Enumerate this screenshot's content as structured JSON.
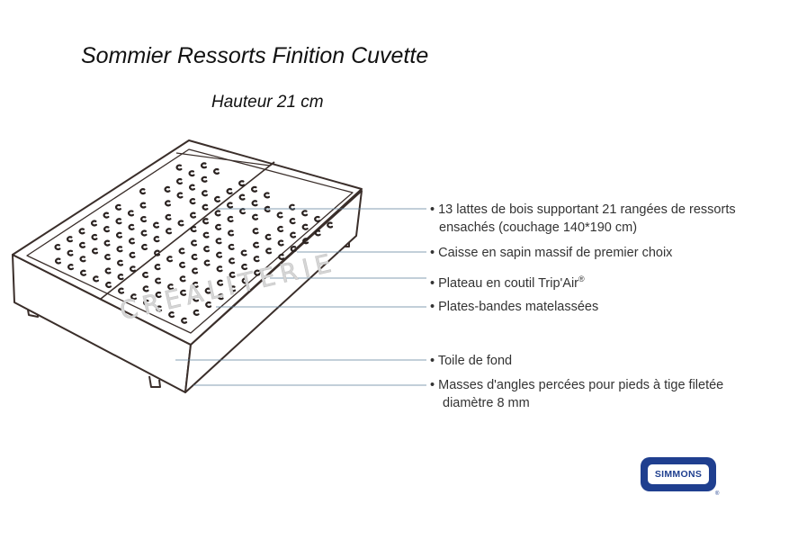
{
  "title": "Sommier Ressorts Finition Cuvette",
  "subtitle": "Hauteur 21 cm",
  "features": [
    {
      "line1": "13 lattes de bois supportant 21 rangées de ressorts",
      "line2": "ensachés (couchage 140*190 cm)"
    },
    {
      "line1": "Caisse en sapin massif de premier choix"
    },
    {
      "line1": "Plateau en coutil Trip'Air",
      "sup": "®"
    },
    {
      "line1": "Plates-bandes matelassées"
    },
    {
      "line1": "Toile de fond"
    },
    {
      "line1": "Masses d'angles percées pour pieds à tige filetée",
      "line2": "diamètre 8 mm"
    }
  ],
  "bullet": "•",
  "watermark": "CREALITERIE",
  "logo": {
    "text": "SIMMONS",
    "reg": "®",
    "color": "#1f3f8f"
  },
  "leader_color": "#5b7f9a"
}
